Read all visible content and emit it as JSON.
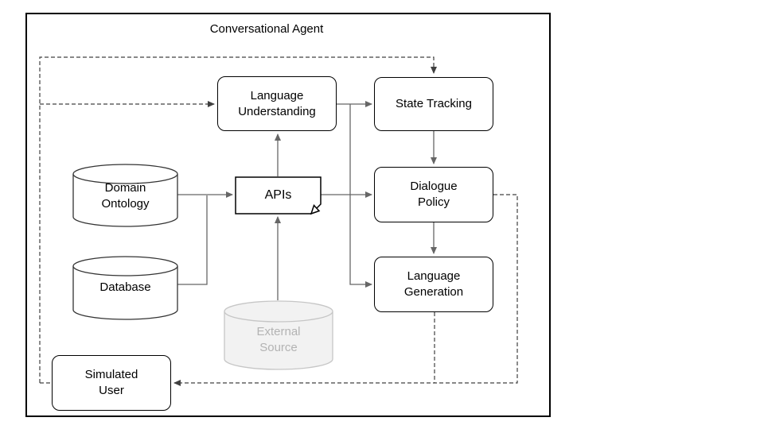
{
  "title": "Conversational Agent",
  "nodes": {
    "language_understanding": {
      "label": "Language\nUnderstanding",
      "shape": "rounded-rect",
      "state": "normal"
    },
    "state_tracking": {
      "label": "State Tracking",
      "shape": "rounded-rect",
      "state": "normal"
    },
    "dialogue_policy": {
      "label": "Dialogue\nPolicy",
      "shape": "rounded-rect",
      "state": "normal"
    },
    "language_generation": {
      "label": "Language\nGeneration",
      "shape": "rounded-rect",
      "state": "normal"
    },
    "simulated_user": {
      "label": "Simulated\nUser",
      "shape": "rounded-rect",
      "state": "normal"
    },
    "apis": {
      "label": "APIs",
      "shape": "document",
      "state": "normal"
    },
    "domain_ontology": {
      "label": "Domain\nOntology",
      "shape": "cylinder",
      "state": "normal"
    },
    "database": {
      "label": "Database",
      "shape": "cylinder",
      "state": "normal"
    },
    "external_source": {
      "label": "External\nSource",
      "shape": "cylinder",
      "state": "grayed-out"
    }
  },
  "edges": [
    {
      "from": "language_understanding",
      "to": "state_tracking",
      "style": "solid",
      "arrow": true
    },
    {
      "from": "language_understanding",
      "to": "language_generation",
      "style": "solid",
      "arrow": true
    },
    {
      "from": "state_tracking",
      "to": "dialogue_policy",
      "style": "solid",
      "arrow": true
    },
    {
      "from": "dialogue_policy",
      "to": "language_generation",
      "style": "solid",
      "arrow": true
    },
    {
      "from": "domain_ontology",
      "to": "apis",
      "style": "solid",
      "arrow": true
    },
    {
      "from": "database",
      "to": "apis",
      "style": "solid",
      "arrow": true
    },
    {
      "from": "apis",
      "to": "language_understanding",
      "style": "solid",
      "arrow": true
    },
    {
      "from": "external_source",
      "to": "apis",
      "style": "solid",
      "arrow": true
    },
    {
      "from": "apis",
      "to": "dialogue_policy",
      "style": "solid",
      "arrow": true
    },
    {
      "from": "simulated_user",
      "to": "language_understanding",
      "style": "dashed",
      "arrow": true
    },
    {
      "from": "simulated_user",
      "to": "state_tracking",
      "style": "dashed",
      "arrow": true
    },
    {
      "from": "dialogue_policy",
      "to": "simulated_user",
      "style": "dashed",
      "arrow": true
    },
    {
      "from": "language_generation",
      "to": "simulated_user",
      "style": "dashed",
      "arrow": false
    }
  ],
  "colors": {
    "background": "#ffffff",
    "frame_border": "#000000",
    "node_border": "#000000",
    "node_fill": "#ffffff",
    "solid_connector": "#666666",
    "dashed_connector": "#404040",
    "disabled_fill": "#f2f2f2",
    "disabled_stroke": "#c6c6c6",
    "disabled_text": "#b3b3b3",
    "text": "#000000"
  }
}
